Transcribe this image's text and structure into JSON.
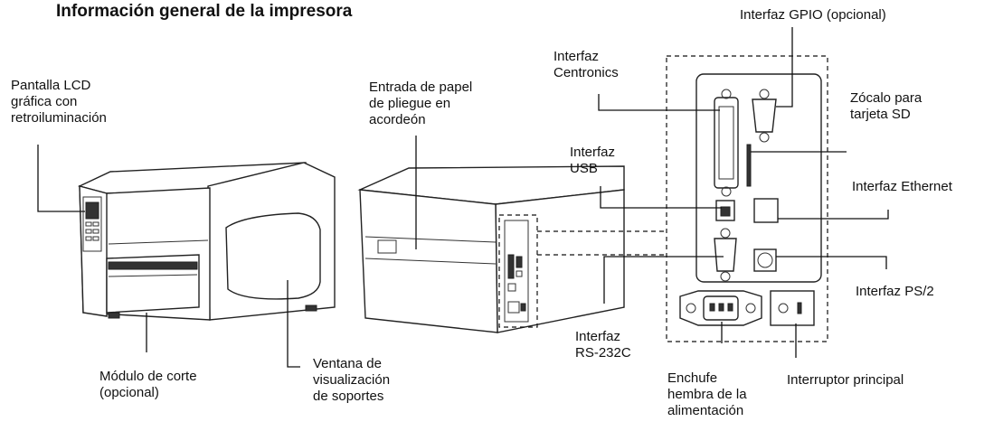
{
  "title": "Información general de la impresora",
  "labels": {
    "lcd": "Pantalla LCD\ngráfica con\nretroiluminación",
    "cutter": "Módulo de corte\n(opcional)",
    "window": "Ventana de\nvisualización\nde soportes",
    "fanfold": "Entrada de papel\nde pliegue en\nacordeón",
    "centronics": "Interfaz\nCentronics",
    "usb": "Interfaz\nUSB",
    "rs232": "Interfaz\nRS-232C",
    "gpio": "Interfaz GPIO (opcional)",
    "sd": "Zócalo para\ntarjeta SD",
    "ethernet": "Interfaz Ethernet",
    "ps2": "Interfaz PS/2",
    "power_socket": "Enchufe\nhembra de la\nalimentación",
    "switch": "Interruptor principal"
  }
}
